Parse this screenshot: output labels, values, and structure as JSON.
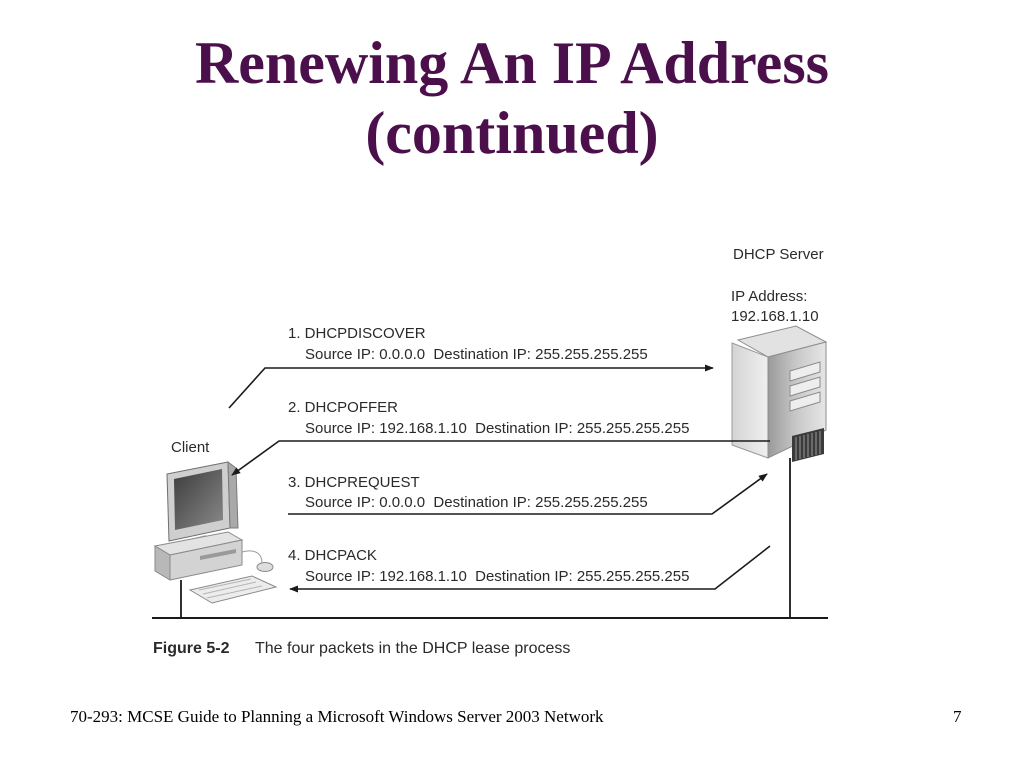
{
  "slide": {
    "title_line1": "Renewing An IP Address",
    "title_line2": "(continued)"
  },
  "diagram": {
    "server_label": "DHCP Server",
    "server_ip_label": "IP Address:",
    "server_ip": "192.168.1.10",
    "client_label": "Client",
    "packets": [
      {
        "name": "1. DHCPDISCOVER",
        "detail": "Source IP: 0.0.0.0  Destination IP: 255.255.255.255",
        "direction": "client-to-server"
      },
      {
        "name": "2. DHCPOFFER",
        "detail": "Source IP: 192.168.1.10  Destination IP: 255.255.255.255",
        "direction": "server-to-client"
      },
      {
        "name": "3. DHCPREQUEST",
        "detail": "Source IP: 0.0.0.0  Destination IP: 255.255.255.255",
        "direction": "client-to-server"
      },
      {
        "name": "4. DHCPACK",
        "detail": "Source IP: 192.168.1.10  Destination IP: 255.255.255.255",
        "direction": "server-to-client"
      }
    ],
    "caption_number": "Figure 5-2",
    "caption_text": "The four packets in the DHCP lease process"
  },
  "footer": {
    "course": "70-293: MCSE Guide to Planning a Microsoft Windows Server 2003 Network",
    "page_number": "7"
  },
  "colors": {
    "title": "#4b0f4b",
    "line": "#1a1a1a",
    "text": "#2a2a2a"
  }
}
